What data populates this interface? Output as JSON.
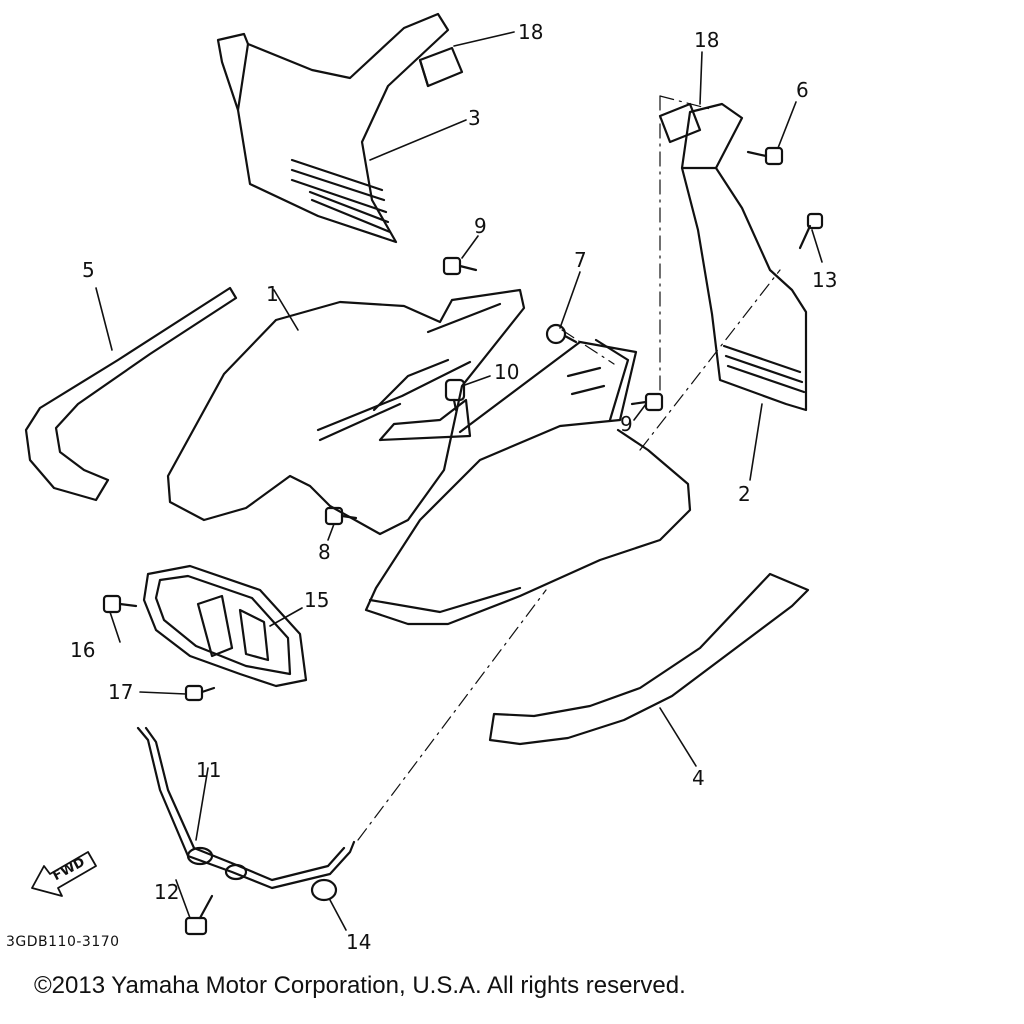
{
  "callouts": {
    "c1": "1",
    "c2": "2",
    "c3": "3",
    "c4": "4",
    "c5": "5",
    "c6": "6",
    "c7": "7",
    "c8": "8",
    "c9a": "9",
    "c9b": "9",
    "c10": "10",
    "c11": "11",
    "c12": "12",
    "c13": "13",
    "c14": "14",
    "c15": "15",
    "c16": "16",
    "c17": "17",
    "c18a": "18",
    "c18b": "18"
  },
  "fwd_label": "FWD",
  "drawing_code": "3GDB110-3170",
  "copyright": "©2013 Yamaha Motor Corporation, U.S.A. All rights reserved.",
  "colors": {
    "ink": "#111111",
    "background": "#ffffff"
  }
}
